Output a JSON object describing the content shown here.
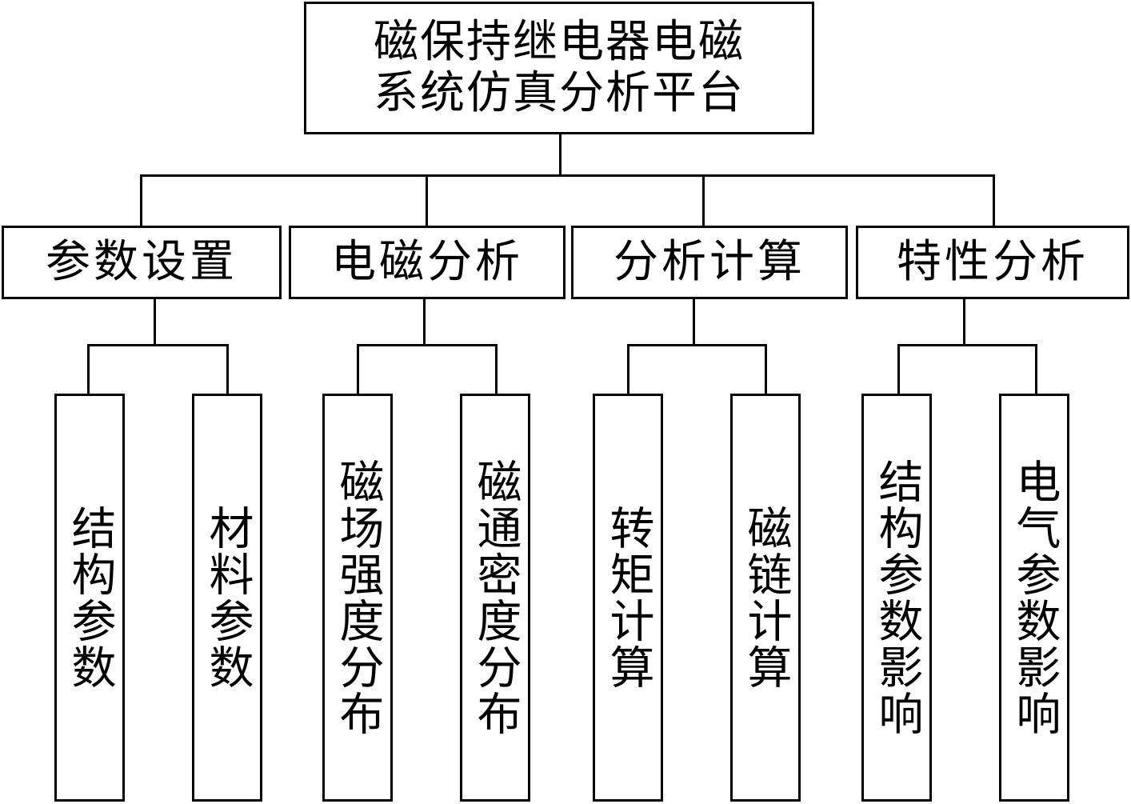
{
  "root": {
    "line1": "磁保持继电器电磁",
    "line2": "系统仿真分析平台"
  },
  "modules": [
    {
      "label": "参数设置",
      "children": [
        "结构参数",
        "材料参数"
      ]
    },
    {
      "label": "电磁分析",
      "children": [
        "磁场强度分布",
        "磁通密度分布"
      ]
    },
    {
      "label": "分析计算",
      "children": [
        "转矩计算",
        "磁链计算"
      ]
    },
    {
      "label": "特性分析",
      "children": [
        "结构参数影响",
        "电气参数影响"
      ]
    }
  ]
}
